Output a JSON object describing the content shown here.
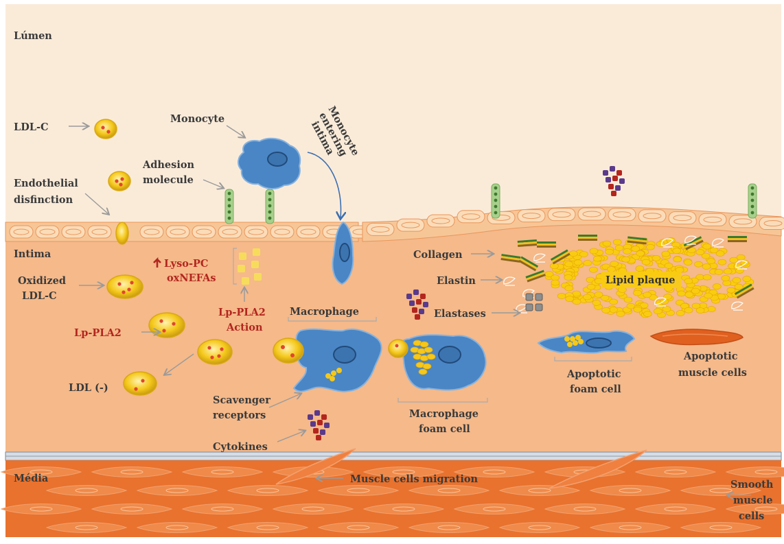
{
  "labels": {
    "lumen": "Lúmen",
    "ldl_c": "LDL-C",
    "monocyte": "Monocyte",
    "monocyte_entering": [
      "Monocyte",
      "entering",
      "intima"
    ],
    "adhesion": [
      "Adhesion",
      "molecule"
    ],
    "endothelial": [
      "Endothelial",
      "disfinction"
    ],
    "intima": "Intima",
    "lyso_pc": "Lyso-PC",
    "oxnefas": "oxNEFAs",
    "oxidized": [
      "Oxidized",
      "LDL-C"
    ],
    "lp_pla2": "Lp-PLA2",
    "lp_pla2_action": [
      "Lp-PLA2",
      "Action"
    ],
    "ldl_minus": "LDL (-)",
    "macrophage": "Macrophage",
    "scavenger": [
      "Scavenger",
      "receptors"
    ],
    "cytokines": "Cytokines",
    "macrophage_foam": [
      "Macrophage",
      "foam cell"
    ],
    "collagen": "Collagen",
    "elastin": "Elastin",
    "elastases": "Elastases",
    "lipid_plaque": "Lipid plaque",
    "apoptotic_foam": [
      "Apoptotic",
      "foam cell"
    ],
    "apoptotic_muscle": [
      "Apoptotic",
      "muscle cells"
    ],
    "media": "Média",
    "muscle_migration": "Muscle cells migration",
    "smooth_muscle": [
      "Smooth",
      "muscle",
      "cells"
    ]
  },
  "colors": {
    "lumen": "#faebd9",
    "intima": "#f5b98a",
    "media": "#e8722e",
    "endothelium": "#f7c697",
    "cell_blue": "#4a86c5",
    "ldl_yellow": "#f5c81b",
    "label_red": "#b3261e"
  }
}
